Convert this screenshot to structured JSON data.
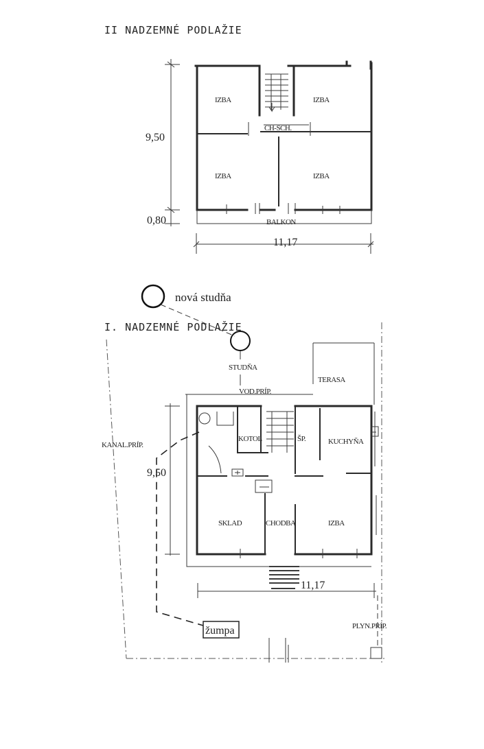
{
  "floor2": {
    "title": "II  NADZEMNÉ  PODLAŽIE",
    "rooms": [
      "IZBA",
      "IZBA",
      "IZBA",
      "IZBA"
    ],
    "hall": "CH-SCH.",
    "balcony": "BALKON",
    "dim_depth": "9,50",
    "dim_balcony": "0,80",
    "dim_width": "11,17"
  },
  "floor1": {
    "title": "I.  NADZEMNÉ  PODLAŽIE",
    "new_well": "nová studňa",
    "well": "STUDŇA",
    "terrace": "TERASA",
    "water": "VOD.PRÍP.",
    "sewer": "KANAL.PRÍP.",
    "boiler": "KOTOL",
    "pantry": "ŠP.",
    "kitchen": "KUCHYŇA",
    "storage": "SKLAD",
    "corridor": "CHODBA",
    "room": "IZBA",
    "cesspit": "žumpa",
    "gas": "PLYN.PRÍP.",
    "dim_depth": "9,50",
    "dim_width": "11,17"
  }
}
